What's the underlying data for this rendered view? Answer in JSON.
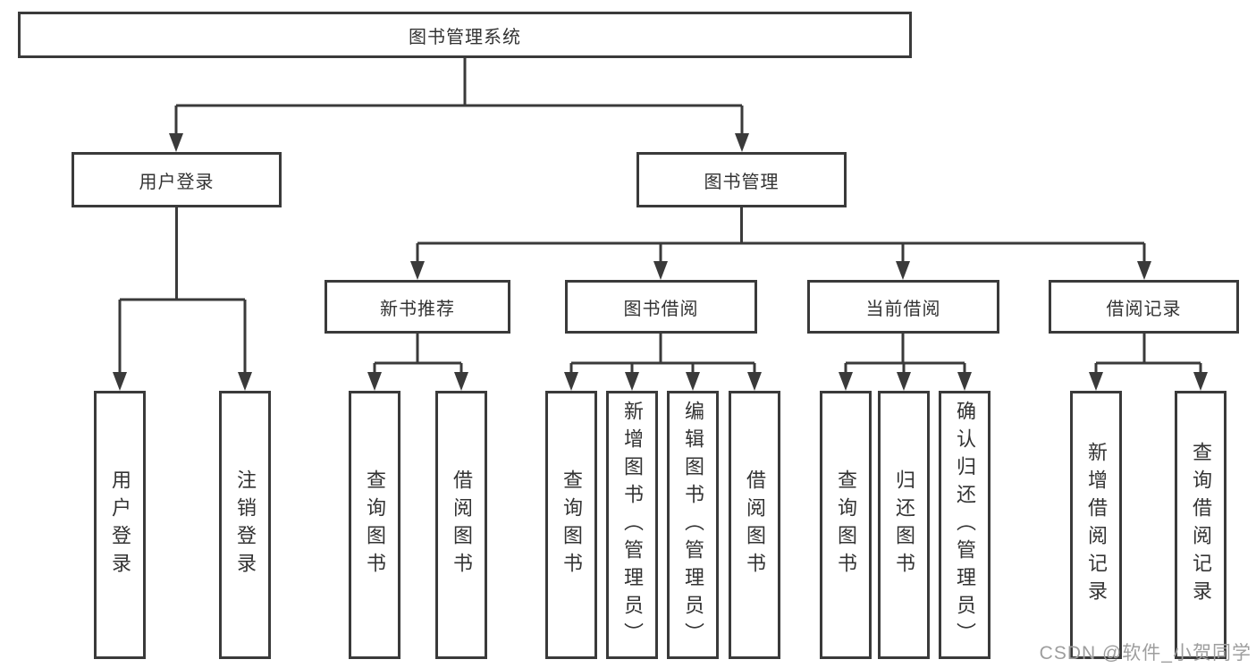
{
  "diagram": {
    "root": {
      "label": "图书管理系统"
    },
    "level2": {
      "user_login": {
        "label": "用户登录",
        "children": [
          "用户登录",
          "注销登录"
        ]
      },
      "book_management": {
        "label": "图书管理"
      }
    },
    "level3": {
      "new_book_recommend": {
        "label": "新书推荐",
        "children": [
          "查询图书",
          "借阅图书"
        ]
      },
      "book_borrowing": {
        "label": "图书借阅",
        "children": [
          "查询图书",
          "新增图书（管理员）",
          "编辑图书（管理员）",
          "借阅图书"
        ]
      },
      "current_borrowing": {
        "label": "当前借阅",
        "children": [
          "查询图书",
          "归还图书",
          "确认归还（管理员）"
        ]
      },
      "borrowing_records": {
        "label": "借阅记录",
        "children": [
          "新增借阅记录",
          "查询借阅记录"
        ]
      }
    }
  },
  "watermark": {
    "text": "CSDN @软件_小贺同学"
  },
  "colors": {
    "line": "#3a3a3a",
    "text": "#333333",
    "watermark": "#9e9e9e",
    "background": "#ffffff"
  }
}
